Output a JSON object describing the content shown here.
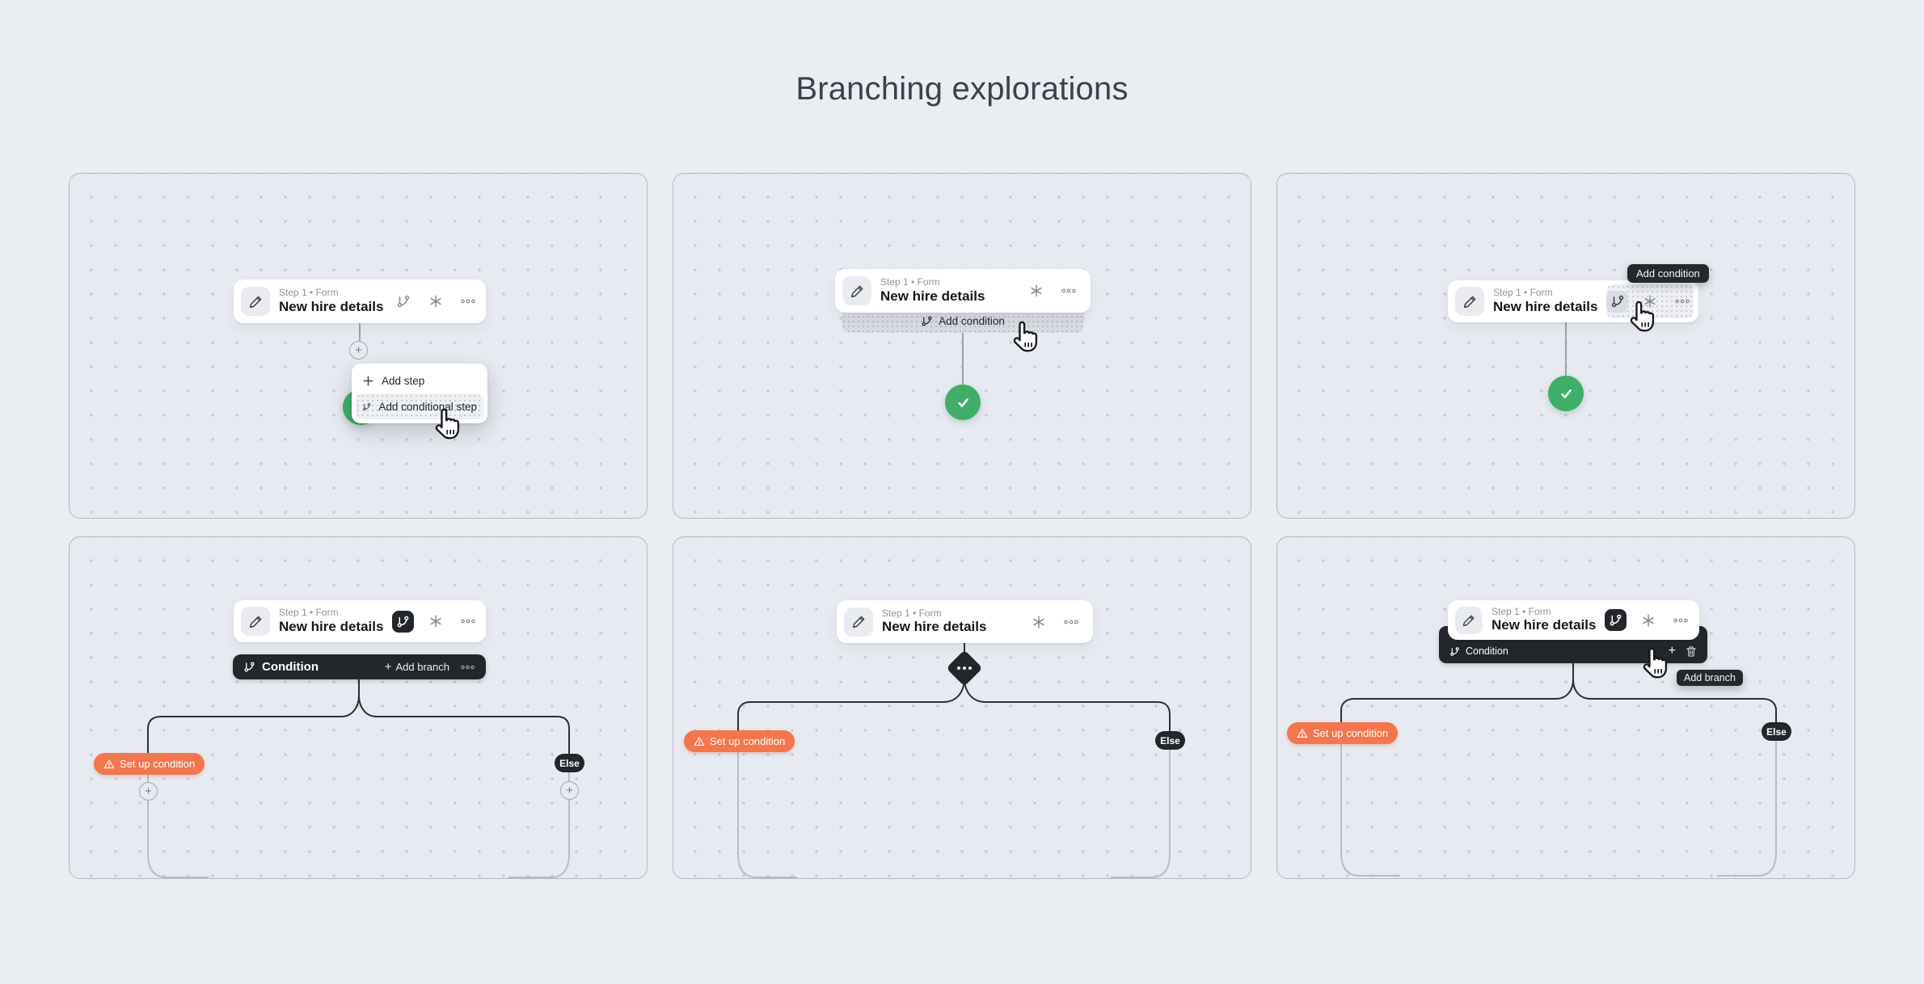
{
  "page": {
    "title": "Branching explorations"
  },
  "card": {
    "step_label": "Step 1 • Form",
    "title": "New hire details"
  },
  "menu": {
    "add_step": "Add step",
    "add_conditional_step": "Add conditional step"
  },
  "bar": {
    "add_condition": "Add condition",
    "condition": "Condition",
    "add_branch": "Add branch"
  },
  "tooltips": {
    "add_condition": "Add condition",
    "add_branch": "Add branch"
  },
  "badges": {
    "set_up_condition": "Set up condition",
    "else": "Else"
  },
  "glyphs": {
    "plus": "+"
  },
  "colors": {
    "green": "#3fae67",
    "orange": "#f3764e",
    "dark": "#23272c",
    "line_dark": "#2b2f35",
    "line_light": "#b7bdc8",
    "line_gray": "#9aa1ab"
  }
}
